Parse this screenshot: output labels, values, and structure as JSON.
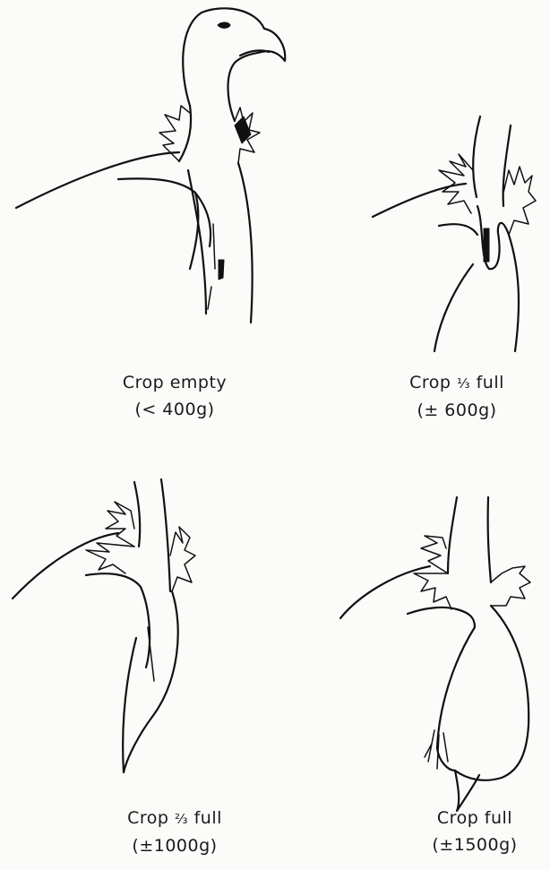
{
  "panels": [
    {
      "id": "empty",
      "label": "Crop empty",
      "weight": "(< 400g)",
      "fill_fraction": 0
    },
    {
      "id": "third",
      "label_prefix": "Crop ",
      "label_fraction": "⅓",
      "label_suffix": " full",
      "weight": "(± 600g)",
      "fill_fraction": 0.333
    },
    {
      "id": "twothirds",
      "label_prefix": "Crop ",
      "label_fraction": "⅔",
      "label_suffix": " full",
      "weight": "(±1000g)",
      "fill_fraction": 0.667
    },
    {
      "id": "full",
      "label": "Crop full",
      "weight": "(±1500g)",
      "fill_fraction": 1
    }
  ],
  "colors": {
    "ink": "#111111",
    "paper": "#fbfbf9"
  }
}
